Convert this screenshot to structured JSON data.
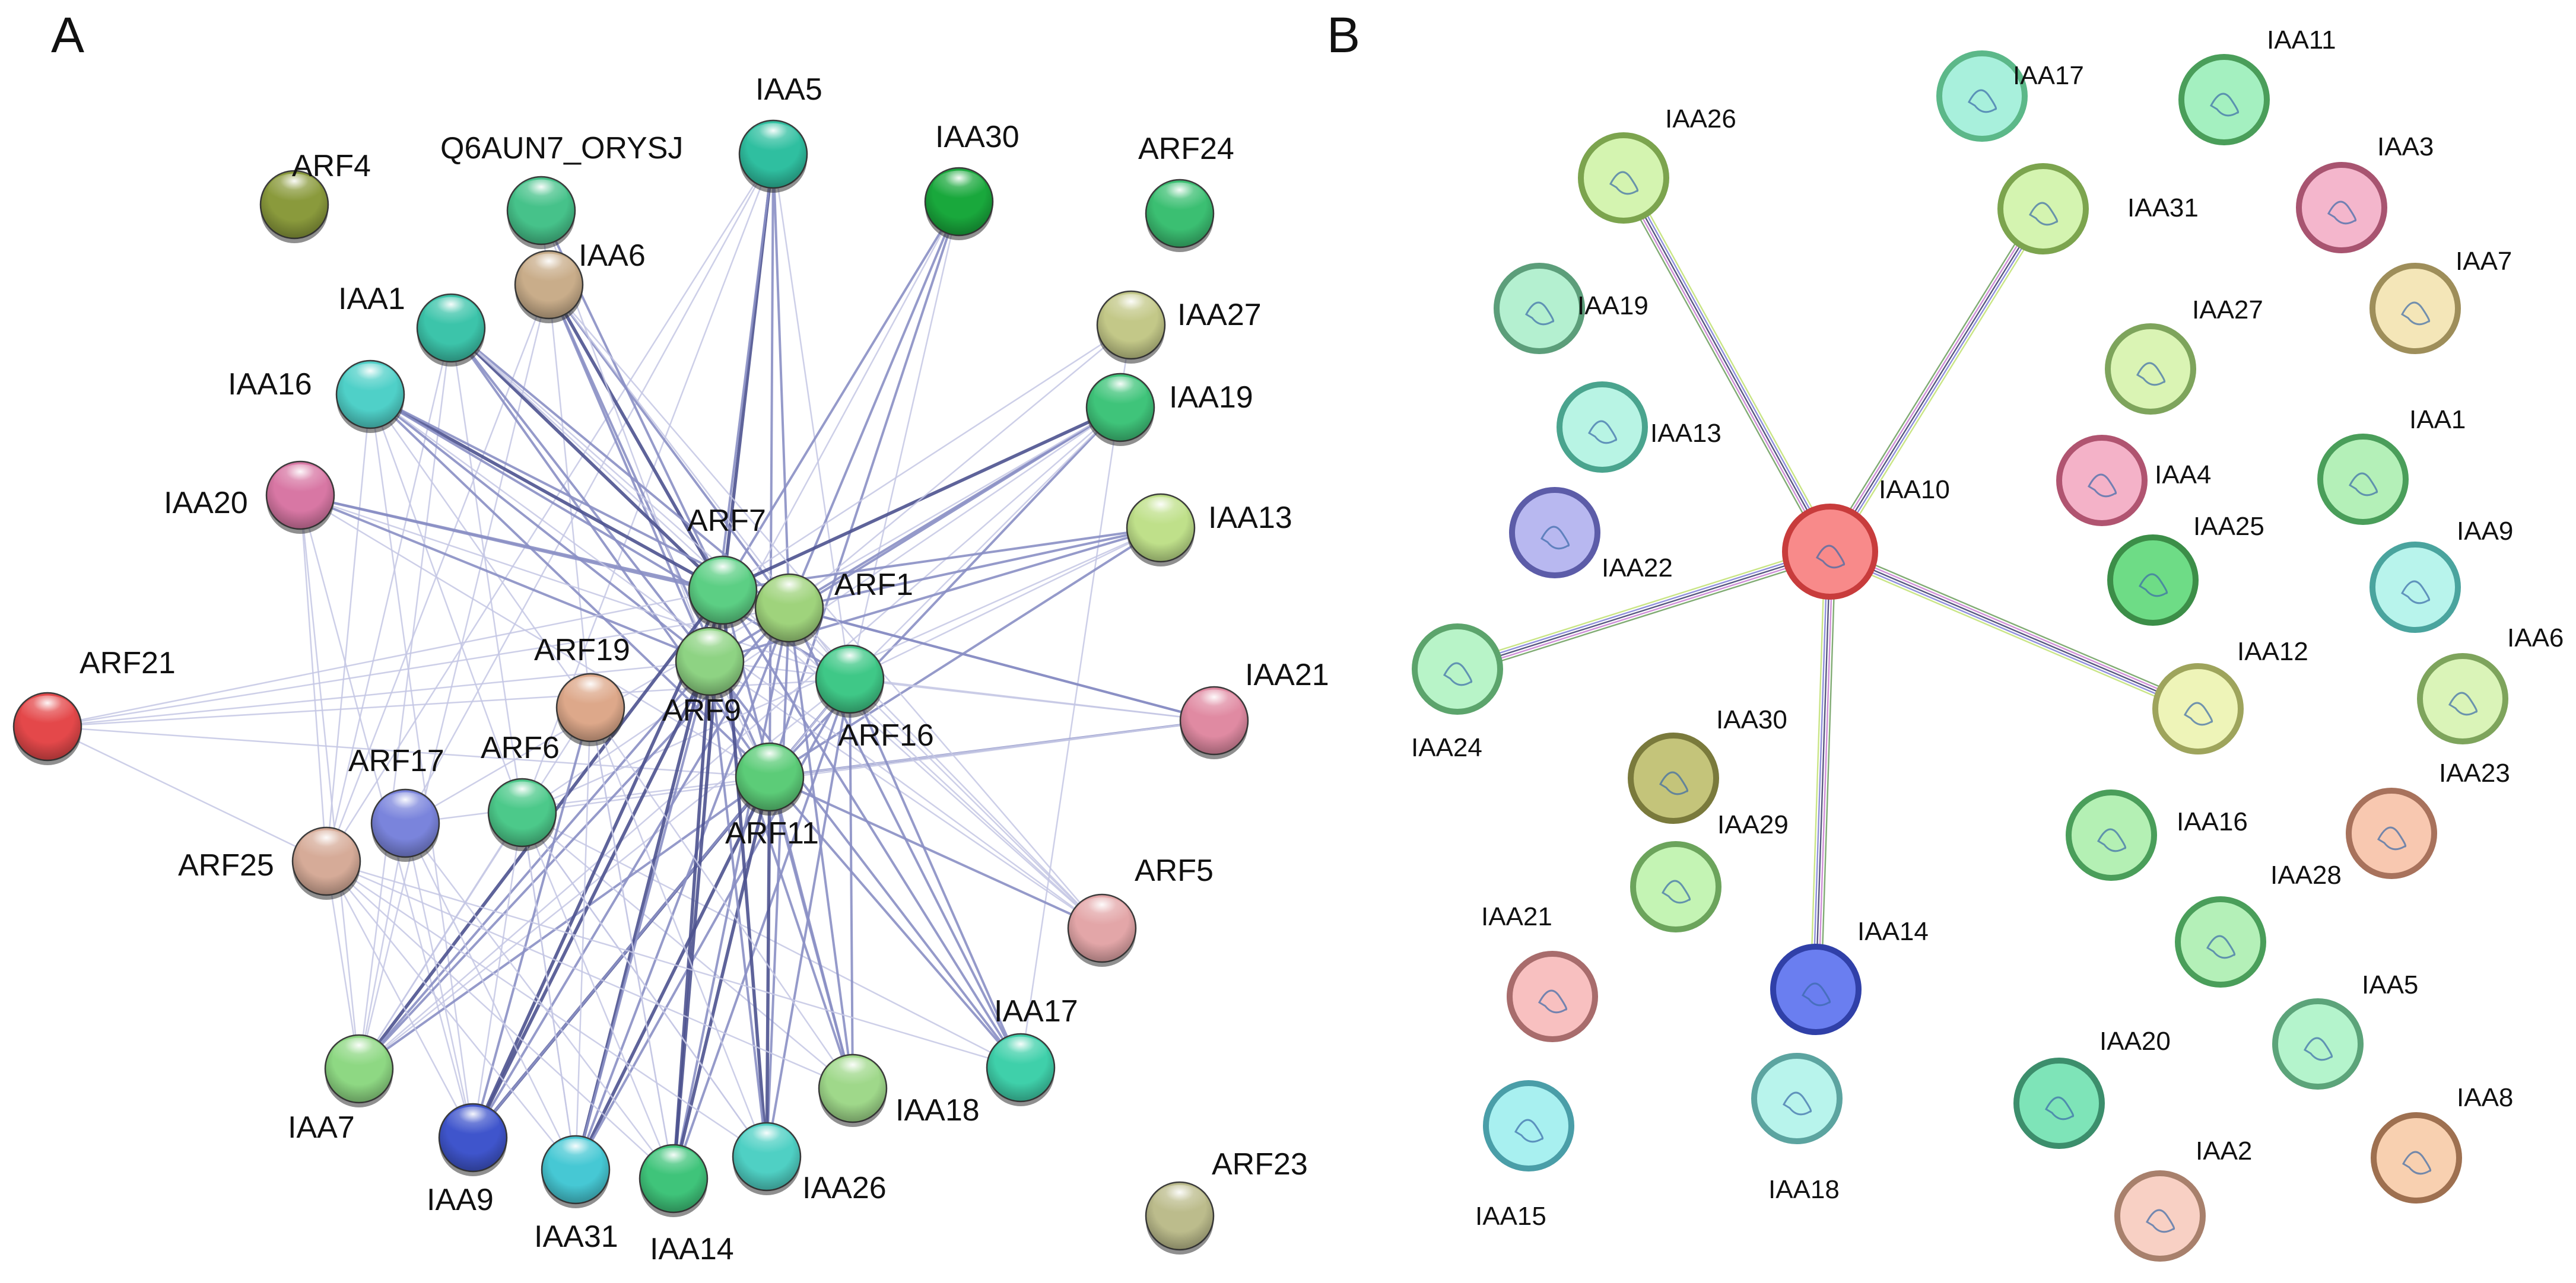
{
  "panel_a": {
    "letter": "A",
    "nodes": [
      {
        "id": "ARF4",
        "color": "#8a9a3c"
      },
      {
        "id": "Q6AUN7_ORYSJ",
        "color": "#46c28a"
      },
      {
        "id": "IAA5",
        "color": "#2fbfa0"
      },
      {
        "id": "IAA30",
        "color": "#19a83c"
      },
      {
        "id": "ARF24",
        "color": "#3bbf72"
      },
      {
        "id": "IAA6",
        "color": "#c9ad8a"
      },
      {
        "id": "IAA1",
        "color": "#3cc4aa"
      },
      {
        "id": "IAA27",
        "color": "#c3c888"
      },
      {
        "id": "IAA16",
        "color": "#4fd0c8"
      },
      {
        "id": "IAA19",
        "color": "#3fc47a"
      },
      {
        "id": "IAA20",
        "color": "#d877a4"
      },
      {
        "id": "IAA13",
        "color": "#bfe08a"
      },
      {
        "id": "ARF7",
        "color": "#5ccf84"
      },
      {
        "id": "ARF1",
        "color": "#9fd37c"
      },
      {
        "id": "ARF19",
        "color": "#dda88a"
      },
      {
        "id": "ARF9",
        "color": "#8ed383"
      },
      {
        "id": "ARF21",
        "color": "#e4484a"
      },
      {
        "id": "ARF16",
        "color": "#3fc887"
      },
      {
        "id": "IAA21",
        "color": "#e08aa2"
      },
      {
        "id": "ARF17",
        "color": "#7a84dc"
      },
      {
        "id": "ARF6",
        "color": "#4cc98a"
      },
      {
        "id": "ARF11",
        "color": "#5ccc78"
      },
      {
        "id": "ARF25",
        "color": "#d6ab98"
      },
      {
        "id": "ARF5",
        "color": "#e3a6a8"
      },
      {
        "id": "IAA17",
        "color": "#3fd0aa"
      },
      {
        "id": "IAA7",
        "color": "#8ed883"
      },
      {
        "id": "IAA18",
        "color": "#9fd88a"
      },
      {
        "id": "IAA9",
        "color": "#3f55cc"
      },
      {
        "id": "IAA31",
        "color": "#46c8d4"
      },
      {
        "id": "IAA14",
        "color": "#3fc47a"
      },
      {
        "id": "IAA26",
        "color": "#4fd0c4"
      },
      {
        "id": "ARF23",
        "color": "#bcbc8c"
      }
    ],
    "edges": [
      [
        "IAA5",
        "ARF7",
        3
      ],
      [
        "IAA5",
        "ARF1",
        2
      ],
      [
        "IAA5",
        "ARF9",
        2
      ],
      [
        "IAA5",
        "ARF16",
        1
      ],
      [
        "IAA5",
        "ARF11",
        2
      ],
      [
        "IAA5",
        "ARF6",
        1
      ],
      [
        "IAA5",
        "ARF17",
        1
      ],
      [
        "IAA5",
        "ARF25",
        1
      ],
      [
        "IAA30",
        "ARF7",
        2
      ],
      [
        "IAA30",
        "ARF1",
        2
      ],
      [
        "IAA30",
        "ARF9",
        1
      ],
      [
        "IAA30",
        "ARF11",
        2
      ],
      [
        "IAA30",
        "ARF16",
        1
      ],
      [
        "IAA6",
        "ARF7",
        3
      ],
      [
        "IAA6",
        "ARF9",
        2
      ],
      [
        "IAA6",
        "ARF1",
        2
      ],
      [
        "IAA6",
        "ARF11",
        2
      ],
      [
        "IAA6",
        "ARF16",
        1
      ],
      [
        "IAA6",
        "ARF25",
        1
      ],
      [
        "IAA6",
        "IAA7",
        1
      ],
      [
        "Q6AUN7_ORYSJ",
        "ARF7",
        2
      ],
      [
        "Q6AUN7_ORYSJ",
        "ARF9",
        1
      ],
      [
        "Q6AUN7_ORYSJ",
        "ARF19",
        1
      ],
      [
        "IAA1",
        "ARF7",
        3
      ],
      [
        "IAA1",
        "ARF9",
        2
      ],
      [
        "IAA1",
        "ARF1",
        2
      ],
      [
        "IAA1",
        "ARF11",
        2
      ],
      [
        "IAA1",
        "ARF16",
        1
      ],
      [
        "IAA1",
        "ARF25",
        1
      ],
      [
        "IAA1",
        "IAA7",
        1
      ],
      [
        "IAA1",
        "ARF6",
        1
      ],
      [
        "IAA16",
        "ARF7",
        3
      ],
      [
        "IAA16",
        "ARF9",
        2
      ],
      [
        "IAA16",
        "ARF1",
        2
      ],
      [
        "IAA16",
        "ARF11",
        2
      ],
      [
        "IAA16",
        "ARF16",
        2
      ],
      [
        "IAA16",
        "ARF19",
        1
      ],
      [
        "IAA16",
        "ARF6",
        1
      ],
      [
        "IAA16",
        "ARF25",
        1
      ],
      [
        "IAA16",
        "IAA9",
        1
      ],
      [
        "IAA20",
        "ARF7",
        2
      ],
      [
        "IAA20",
        "ARF9",
        2
      ],
      [
        "IAA20",
        "ARF1",
        2
      ],
      [
        "IAA20",
        "ARF11",
        1
      ],
      [
        "IAA20",
        "ARF16",
        1
      ],
      [
        "IAA20",
        "IAA7",
        1
      ],
      [
        "IAA20",
        "ARF25",
        1
      ],
      [
        "IAA20",
        "IAA9",
        1
      ],
      [
        "IAA19",
        "ARF7",
        3
      ],
      [
        "IAA19",
        "ARF1",
        2
      ],
      [
        "IAA19",
        "ARF9",
        2
      ],
      [
        "IAA19",
        "ARF11",
        2
      ],
      [
        "IAA19",
        "ARF16",
        1
      ],
      [
        "IAA19",
        "ARF6",
        1
      ],
      [
        "IAA19",
        "IAA7",
        1
      ],
      [
        "IAA19",
        "ARF17",
        1
      ],
      [
        "IAA27",
        "ARF7",
        1
      ],
      [
        "IAA27",
        "ARF1",
        1
      ],
      [
        "IAA27",
        "IAA17",
        1
      ],
      [
        "IAA13",
        "ARF7",
        2
      ],
      [
        "IAA13",
        "ARF1",
        2
      ],
      [
        "IAA13",
        "ARF9",
        2
      ],
      [
        "IAA13",
        "ARF11",
        2
      ],
      [
        "IAA13",
        "ARF16",
        1
      ],
      [
        "IAA13",
        "ARF6",
        1
      ],
      [
        "IAA21",
        "ARF7",
        2
      ],
      [
        "IAA21",
        "ARF1",
        2
      ],
      [
        "IAA21",
        "ARF9",
        1
      ],
      [
        "IAA21",
        "ARF11",
        2
      ],
      [
        "IAA21",
        "ARF16",
        1
      ],
      [
        "IAA21",
        "ARF17",
        1
      ],
      [
        "IAA21",
        "ARF6",
        1
      ],
      [
        "ARF21",
        "ARF9",
        1
      ],
      [
        "ARF21",
        "ARF11",
        1
      ],
      [
        "ARF21",
        "ARF7",
        1
      ],
      [
        "ARF21",
        "ARF1",
        1
      ],
      [
        "ARF21",
        "ARF25",
        1
      ],
      [
        "ARF21",
        "ARF16",
        1
      ],
      [
        "ARF5",
        "ARF7",
        1
      ],
      [
        "ARF5",
        "ARF11",
        2
      ],
      [
        "ARF5",
        "ARF9",
        1
      ],
      [
        "ARF5",
        "ARF1",
        1
      ],
      [
        "ARF5",
        "ARF16",
        1
      ],
      [
        "ARF5",
        "IAA16",
        1
      ],
      [
        "ARF5",
        "IAA1",
        1
      ],
      [
        "ARF5",
        "IAA6",
        1
      ],
      [
        "IAA17",
        "ARF7",
        2
      ],
      [
        "IAA17",
        "ARF1",
        2
      ],
      [
        "IAA17",
        "ARF9",
        2
      ],
      [
        "IAA17",
        "ARF11",
        2
      ],
      [
        "IAA17",
        "ARF16",
        2
      ],
      [
        "IAA17",
        "ARF6",
        1
      ],
      [
        "IAA7",
        "ARF7",
        3
      ],
      [
        "IAA7",
        "ARF9",
        2
      ],
      [
        "IAA7",
        "ARF1",
        2
      ],
      [
        "IAA7",
        "ARF11",
        2
      ],
      [
        "IAA7",
        "ARF16",
        1
      ],
      [
        "IAA7",
        "ARF6",
        1
      ],
      [
        "IAA7",
        "ARF19",
        1
      ],
      [
        "IAA18",
        "ARF7",
        2
      ],
      [
        "IAA18",
        "ARF9",
        2
      ],
      [
        "IAA18",
        "ARF1",
        2
      ],
      [
        "IAA18",
        "ARF11",
        2
      ],
      [
        "IAA18",
        "ARF16",
        2
      ],
      [
        "IAA18",
        "ARF6",
        1
      ],
      [
        "IAA9",
        "ARF7",
        3
      ],
      [
        "IAA9",
        "ARF9",
        3
      ],
      [
        "IAA9",
        "ARF1",
        2
      ],
      [
        "IAA9",
        "ARF11",
        3
      ],
      [
        "IAA9",
        "ARF16",
        2
      ],
      [
        "IAA9",
        "ARF6",
        1
      ],
      [
        "IAA9",
        "ARF19",
        2
      ],
      [
        "IAA31",
        "ARF7",
        3
      ],
      [
        "IAA31",
        "ARF9",
        2
      ],
      [
        "IAA31",
        "ARF1",
        2
      ],
      [
        "IAA31",
        "ARF11",
        3
      ],
      [
        "IAA31",
        "ARF16",
        2
      ],
      [
        "IAA31",
        "ARF19",
        1
      ],
      [
        "IAA31",
        "ARF6",
        1
      ],
      [
        "IAA14",
        "ARF7",
        3
      ],
      [
        "IAA14",
        "ARF9",
        3
      ],
      [
        "IAA14",
        "ARF1",
        2
      ],
      [
        "IAA14",
        "ARF11",
        3
      ],
      [
        "IAA14",
        "ARF16",
        2
      ],
      [
        "IAA14",
        "ARF19",
        1
      ],
      [
        "IAA26",
        "ARF7",
        3
      ],
      [
        "IAA26",
        "ARF9",
        2
      ],
      [
        "IAA26",
        "ARF1",
        2
      ],
      [
        "IAA26",
        "ARF11",
        3
      ],
      [
        "IAA26",
        "ARF16",
        2
      ],
      [
        "IAA26",
        "ARF6",
        1
      ],
      [
        "ARF25",
        "IAA9",
        1
      ],
      [
        "ARF25",
        "IAA31",
        1
      ],
      [
        "ARF25",
        "IAA14",
        1
      ],
      [
        "ARF25",
        "IAA26",
        1
      ],
      [
        "ARF25",
        "IAA18",
        1
      ],
      [
        "ARF25",
        "IAA17",
        1
      ],
      [
        "ARF25",
        "IAA7",
        1
      ],
      [
        "ARF17",
        "IAA9",
        1
      ],
      [
        "ARF17",
        "IAA31",
        1
      ],
      [
        "ARF17",
        "IAA14",
        1
      ],
      [
        "ARF17",
        "IAA7",
        1
      ],
      [
        "ARF6",
        "IAA31",
        1
      ],
      [
        "ARF6",
        "IAA14",
        1
      ],
      [
        "ARF6",
        "IAA26",
        1
      ],
      [
        "ARF19",
        "IAA14",
        1
      ],
      [
        "ARF19",
        "IAA26",
        1
      ],
      [
        "ARF19",
        "IAA18",
        1
      ],
      [
        "ARF7",
        "ARF1",
        1
      ],
      [
        "ARF7",
        "ARF9",
        1
      ],
      [
        "ARF9",
        "ARF11",
        1
      ],
      [
        "ARF1",
        "ARF16",
        1
      ],
      [
        "ARF16",
        "ARF11",
        1
      ]
    ]
  },
  "panel_b": {
    "letter": "B",
    "center": "IAA10",
    "nodes": [
      {
        "id": "IAA17",
        "fill": "#a8f0dc",
        "border": "#5cb889"
      },
      {
        "id": "IAA11",
        "fill": "#a4f0c0",
        "border": "#4a9e5a"
      },
      {
        "id": "IAA26",
        "fill": "#d4f4b0",
        "border": "#7ca44e"
      },
      {
        "id": "IAA31",
        "fill": "#d4f4b0",
        "border": "#7ca44e"
      },
      {
        "id": "IAA3",
        "fill": "#f4b6cc",
        "border": "#a85470"
      },
      {
        "id": "IAA19",
        "fill": "#b4f0d0",
        "border": "#5c9e7a"
      },
      {
        "id": "IAA7",
        "fill": "#f4e6b8",
        "border": "#9e8e5a"
      },
      {
        "id": "IAA27",
        "fill": "#daf4b4",
        "border": "#7ea45c"
      },
      {
        "id": "IAA13",
        "fill": "#b8f4e4",
        "border": "#4aa48e"
      },
      {
        "id": "IAA4",
        "fill": "#f4b2c8",
        "border": "#b05470"
      },
      {
        "id": "IAA1",
        "fill": "#b4f0b8",
        "border": "#4a9e5a"
      },
      {
        "id": "IAA22",
        "fill": "#b8b8f0",
        "border": "#5c5ca8"
      },
      {
        "id": "IAA10",
        "fill": "#f88a8a",
        "border": "#c83c3c"
      },
      {
        "id": "IAA25",
        "fill": "#6edc86",
        "border": "#3c8e48"
      },
      {
        "id": "IAA9",
        "fill": "#b8f4ec",
        "border": "#4aa49e"
      },
      {
        "id": "IAA6",
        "fill": "#daf4b8",
        "border": "#7ea45c"
      },
      {
        "id": "IAA24",
        "fill": "#b8f4c8",
        "border": "#5ca46c"
      },
      {
        "id": "IAA12",
        "fill": "#eef4b8",
        "border": "#9ea45c"
      },
      {
        "id": "IAA30",
        "fill": "#c4c47a",
        "border": "#7a7a3c"
      },
      {
        "id": "IAA23",
        "fill": "#f8c8b0",
        "border": "#a8725c"
      },
      {
        "id": "IAA16",
        "fill": "#b4f0b4",
        "border": "#4a9e5a"
      },
      {
        "id": "IAA29",
        "fill": "#c4f4b4",
        "border": "#6ca45c"
      },
      {
        "id": "IAA28",
        "fill": "#b4f0b8",
        "border": "#4a9e5a"
      },
      {
        "id": "IAA21",
        "fill": "#f8c0c0",
        "border": "#a86c6c"
      },
      {
        "id": "IAA14",
        "fill": "#6a7ef0",
        "border": "#3040a8"
      },
      {
        "id": "IAA5",
        "fill": "#b4f4cc",
        "border": "#5ca47a"
      },
      {
        "id": "IAA20",
        "fill": "#7ee4b8",
        "border": "#3c8e6c"
      },
      {
        "id": "IAA8",
        "fill": "#f8d0b0",
        "border": "#9e7050"
      },
      {
        "id": "IAA15",
        "fill": "#a8f0f0",
        "border": "#4a9ea8"
      },
      {
        "id": "IAA18",
        "fill": "#b8f4ec",
        "border": "#5ca4a0"
      },
      {
        "id": "IAA2",
        "fill": "#f8d0c4",
        "border": "#a8806c"
      }
    ],
    "edges": [
      "IAA26",
      "IAA31",
      "IAA24",
      "IAA14",
      "IAA12"
    ]
  }
}
